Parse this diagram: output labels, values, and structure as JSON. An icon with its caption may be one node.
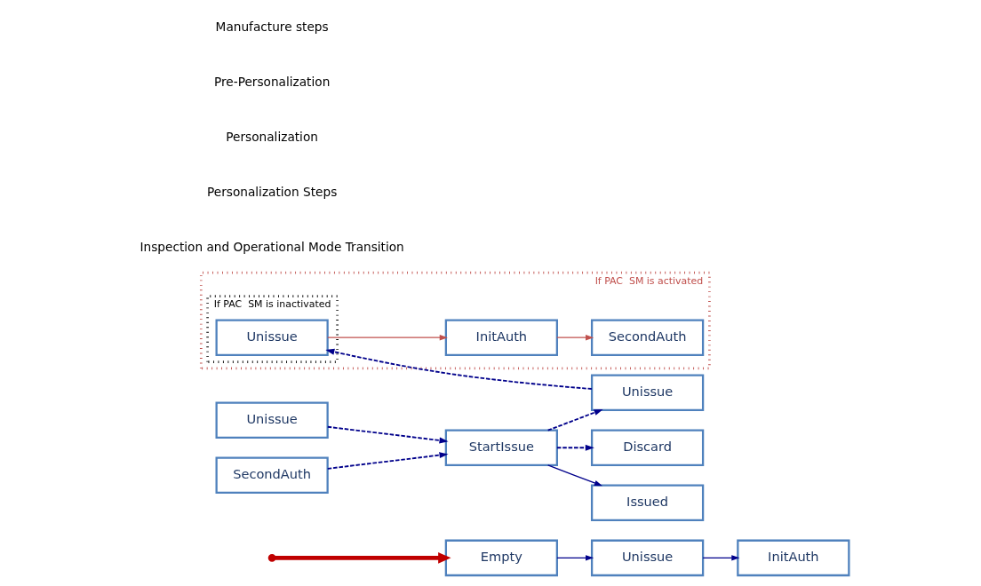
{
  "diagram": {
    "nodes": [
      {
        "text": [
          "Empty"
        ]
      },
      {
        "text": [
          "Unissue"
        ]
      },
      {
        "text": [
          "InitAuth"
        ]
      },
      {
        "text": [
          "If PAC  SM is activated"
        ]
      },
      {
        "text": [
          "If PAC  SM is inactivated"
        ],
        "in": 3
      },
      {
        "text": [
          "Unissue"
        ],
        "in": 4
      },
      {
        "text": [
          "InitAuth"
        ],
        "in": 3
      },
      {
        "text": [
          "SecondAuth"
        ],
        "in": 3
      },
      {
        "text": [
          "Unissue"
        ]
      },
      {
        "text": [
          "SecondAuth"
        ]
      },
      {
        "text": [
          "StartIssue"
        ]
      },
      {
        "text": [
          "Unissue"
        ]
      },
      {
        "text": [
          "Discard"
        ]
      },
      {
        "text": [
          "Issued"
        ]
      }
    ],
    "edges": [
      {
        "from": null,
        "to": 0,
        "arrow": "to",
        "style": "thick",
        "color": "#c00000"
      },
      {
        "from": 0,
        "to": 1,
        "arrow": "to"
      },
      {
        "from": 1,
        "to": 2,
        "arrow": "to"
      },
      {
        "from": 5,
        "to": 6,
        "arrow": "to",
        "color": "#c0504d"
      },
      {
        "from": 6,
        "to": 7,
        "arrow": "to",
        "color": "#c0504d"
      },
      {
        "from": 8,
        "to": 10,
        "arrow": "to",
        "style": "dashed"
      },
      {
        "from": 9,
        "to": 10,
        "arrow": "to",
        "style": "dashed"
      },
      {
        "from": 10,
        "to": 11,
        "arrow": "to",
        "style": "dashed"
      },
      {
        "from": 10,
        "to": 12,
        "arrow": "to",
        "style": "dashed"
      },
      {
        "from": 10,
        "to": 13,
        "arrow": "to"
      },
      {
        "from": 11,
        "to": 5,
        "arrow": "to",
        "style": "dashed"
      }
    ],
    "labels": [
      "Manufacture steps",
      "Pre-Personalization",
      "Personalization",
      "Personalization Steps",
      "Inspection and Operational Mode Transition"
    ]
  }
}
